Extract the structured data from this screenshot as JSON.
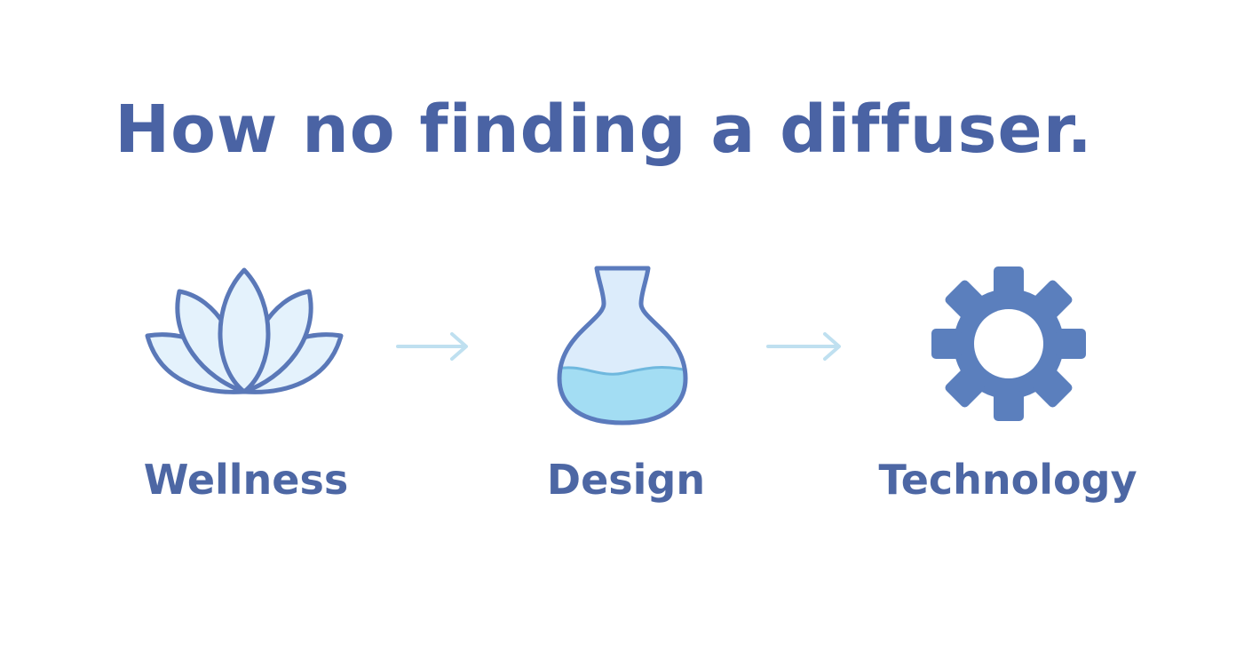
{
  "title": "How no finding a diffuser.",
  "steps": [
    {
      "label": "Wellness",
      "icon": "lotus-icon"
    },
    {
      "label": "Design",
      "icon": "flask-icon"
    },
    {
      "label": "Technology",
      "icon": "gear-icon"
    }
  ],
  "colors": {
    "text": "#4a63a4",
    "icon_stroke": "#5b7bbd",
    "icon_fill_light": "#e3f1fc",
    "liquid": "#9fdcf3",
    "gear": "#5b7fbd",
    "arrow": "#bfe0f0"
  }
}
